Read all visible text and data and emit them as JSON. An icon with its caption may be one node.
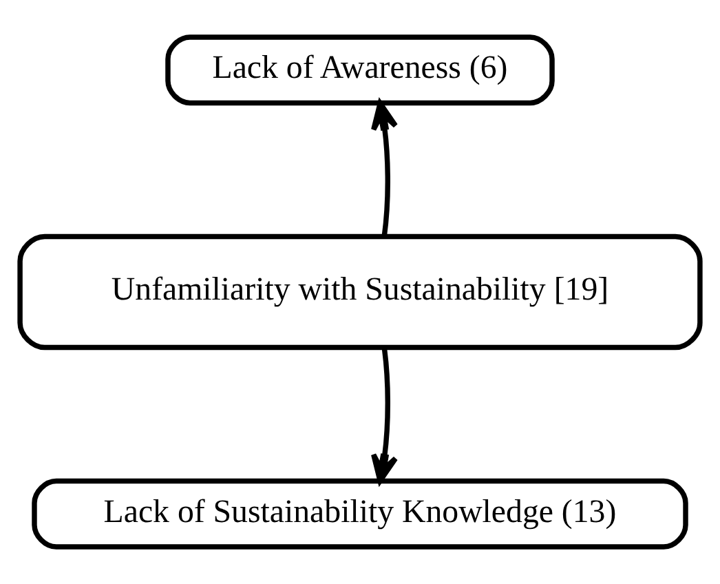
{
  "diagram": {
    "nodes": [
      {
        "text": [
          "Lack of Awareness (6)"
        ]
      },
      {
        "text": [
          "Unfamiliarity with Sustainability [19]"
        ]
      },
      {
        "text": [
          "Lack of Sustainability Knowledge (13)"
        ]
      }
    ],
    "edges": [
      {
        "from": 1,
        "to": 0,
        "arrow": "to"
      },
      {
        "from": 1,
        "to": 2,
        "arrow": "to"
      }
    ]
  }
}
